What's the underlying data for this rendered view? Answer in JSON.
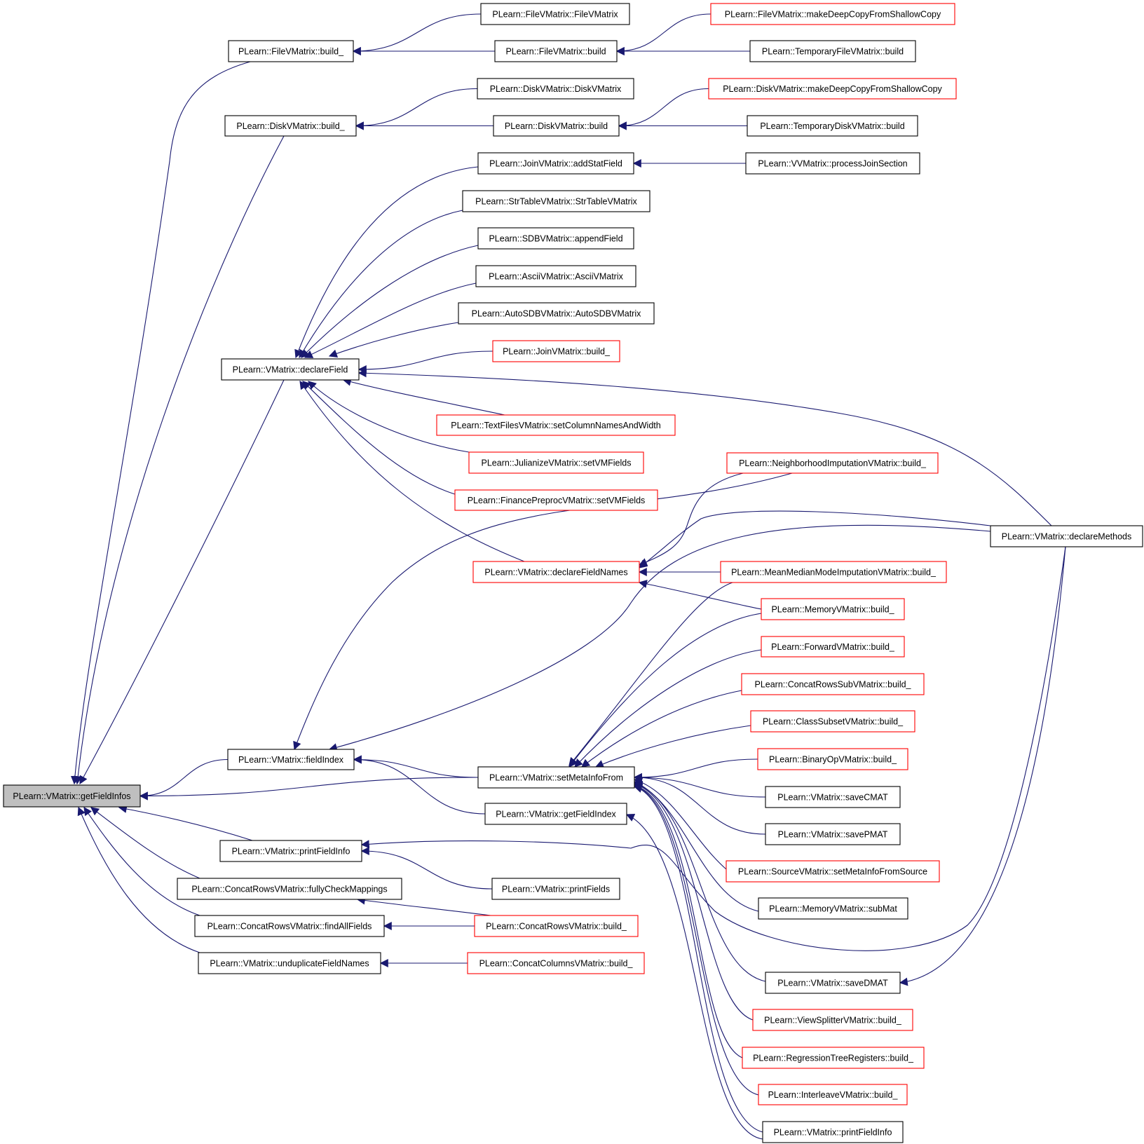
{
  "colors": {
    "edge": "#191970",
    "border_normal": "#000000",
    "border_red": "#ff0000",
    "focus_fill": "#bfbfbf",
    "fill": "#ffffff"
  },
  "nodes": [
    {
      "id": "getFieldInfos",
      "label": "PLearn::VMatrix::getFieldInfos",
      "style": "focus"
    },
    {
      "id": "file_build_",
      "label": "PLearn::FileVMatrix::build_",
      "style": "normal"
    },
    {
      "id": "file_ctor",
      "label": "PLearn::FileVMatrix::FileVMatrix",
      "style": "normal"
    },
    {
      "id": "file_build",
      "label": "PLearn::FileVMatrix::build",
      "style": "normal"
    },
    {
      "id": "file_deep",
      "label": "PLearn::FileVMatrix::makeDeepCopyFromShallowCopy",
      "style": "red"
    },
    {
      "id": "tmpfile_build",
      "label": "PLearn::TemporaryFileVMatrix::build",
      "style": "normal"
    },
    {
      "id": "disk_build_",
      "label": "PLearn::DiskVMatrix::build_",
      "style": "normal"
    },
    {
      "id": "disk_ctor",
      "label": "PLearn::DiskVMatrix::DiskVMatrix",
      "style": "normal"
    },
    {
      "id": "disk_build",
      "label": "PLearn::DiskVMatrix::build",
      "style": "normal"
    },
    {
      "id": "disk_deep",
      "label": "PLearn::DiskVMatrix::makeDeepCopyFromShallowCopy",
      "style": "red"
    },
    {
      "id": "tmpdisk_build",
      "label": "PLearn::TemporaryDiskVMatrix::build",
      "style": "normal"
    },
    {
      "id": "join_addstat",
      "label": "PLearn::JoinVMatrix::addStatField",
      "style": "normal"
    },
    {
      "id": "vv_processjoin",
      "label": "PLearn::VVMatrix::processJoinSection",
      "style": "normal"
    },
    {
      "id": "strtable_ctor",
      "label": "PLearn::StrTableVMatrix::StrTableVMatrix",
      "style": "normal"
    },
    {
      "id": "sdb_append",
      "label": "PLearn::SDBVMatrix::appendField",
      "style": "normal"
    },
    {
      "id": "ascii_ctor",
      "label": "PLearn::AsciiVMatrix::AsciiVMatrix",
      "style": "normal"
    },
    {
      "id": "autosdb_ctor",
      "label": "PLearn::AutoSDBVMatrix::AutoSDBVMatrix",
      "style": "normal"
    },
    {
      "id": "declareField",
      "label": "PLearn::VMatrix::declareField",
      "style": "normal"
    },
    {
      "id": "join_build_",
      "label": "PLearn::JoinVMatrix::build_",
      "style": "red"
    },
    {
      "id": "textfiles_setcol",
      "label": "PLearn::TextFilesVMatrix::setColumnNamesAndWidth",
      "style": "red"
    },
    {
      "id": "julianize_set",
      "label": "PLearn::JulianizeVMatrix::setVMFields",
      "style": "red"
    },
    {
      "id": "finance_set",
      "label": "PLearn::FinancePreprocVMatrix::setVMFields",
      "style": "red"
    },
    {
      "id": "neighbor_build_",
      "label": "PLearn::NeighborhoodImputationVMatrix::build_",
      "style": "red"
    },
    {
      "id": "declareMethods",
      "label": "PLearn::VMatrix::declareMethods",
      "style": "normal"
    },
    {
      "id": "declareFieldNames",
      "label": "PLearn::VMatrix::declareFieldNames",
      "style": "red"
    },
    {
      "id": "meanmedian_build_",
      "label": "PLearn::MeanMedianModeImputationVMatrix::build_",
      "style": "red"
    },
    {
      "id": "memory_build_",
      "label": "PLearn::MemoryVMatrix::build_",
      "style": "red"
    },
    {
      "id": "forward_build_",
      "label": "PLearn::ForwardVMatrix::build_",
      "style": "red"
    },
    {
      "id": "concatrowssub_build_",
      "label": "PLearn::ConcatRowsSubVMatrix::build_",
      "style": "red"
    },
    {
      "id": "classsubset_build_",
      "label": "PLearn::ClassSubsetVMatrix::build_",
      "style": "red"
    },
    {
      "id": "fieldIndex",
      "label": "PLearn::VMatrix::fieldIndex",
      "style": "normal"
    },
    {
      "id": "binaryop_build_",
      "label": "PLearn::BinaryOpVMatrix::build_",
      "style": "red"
    },
    {
      "id": "setMetaInfoFrom",
      "label": "PLearn::VMatrix::setMetaInfoFrom",
      "style": "normal"
    },
    {
      "id": "savecmat",
      "label": "PLearn::VMatrix::saveCMAT",
      "style": "normal"
    },
    {
      "id": "getFieldIndex",
      "label": "PLearn::VMatrix::getFieldIndex",
      "style": "normal"
    },
    {
      "id": "savepmat",
      "label": "PLearn::VMatrix::savePMAT",
      "style": "normal"
    },
    {
      "id": "printFieldInfo",
      "label": "PLearn::VMatrix::printFieldInfo",
      "style": "normal"
    },
    {
      "id": "source_setmeta",
      "label": "PLearn::SourceVMatrix::setMetaInfoFromSource",
      "style": "red"
    },
    {
      "id": "fullyCheck",
      "label": "PLearn::ConcatRowsVMatrix::fullyCheckMappings",
      "style": "normal"
    },
    {
      "id": "printFields",
      "label": "PLearn::VMatrix::printFields",
      "style": "normal"
    },
    {
      "id": "memory_submat",
      "label": "PLearn::MemoryVMatrix::subMat",
      "style": "normal"
    },
    {
      "id": "findAllFields",
      "label": "PLearn::ConcatRowsVMatrix::findAllFields",
      "style": "normal"
    },
    {
      "id": "concatrows_build_",
      "label": "PLearn::ConcatRowsVMatrix::build_",
      "style": "red"
    },
    {
      "id": "unduplicate",
      "label": "PLearn::VMatrix::unduplicateFieldNames",
      "style": "normal"
    },
    {
      "id": "concatcols_build_",
      "label": "PLearn::ConcatColumnsVMatrix::build_",
      "style": "red"
    },
    {
      "id": "savedmat",
      "label": "PLearn::VMatrix::saveDMAT",
      "style": "normal"
    },
    {
      "id": "viewsplitter_build_",
      "label": "PLearn::ViewSplitterVMatrix::build_",
      "style": "red"
    },
    {
      "id": "regtree_build_",
      "label": "PLearn::RegressionTreeRegisters::build_",
      "style": "red"
    },
    {
      "id": "interleave_build_",
      "label": "PLearn::InterleaveVMatrix::build_",
      "style": "red"
    },
    {
      "id": "printFieldInfo2",
      "label": "PLearn::VMatrix::printFieldInfo",
      "style": "normal"
    }
  ],
  "edges": [
    [
      "file_build_",
      "getFieldInfos"
    ],
    [
      "file_ctor",
      "file_build_"
    ],
    [
      "file_build",
      "file_build_"
    ],
    [
      "file_deep",
      "file_build"
    ],
    [
      "tmpfile_build",
      "file_build"
    ],
    [
      "disk_build_",
      "getFieldInfos"
    ],
    [
      "disk_ctor",
      "disk_build_"
    ],
    [
      "disk_build",
      "disk_build_"
    ],
    [
      "disk_deep",
      "disk_build"
    ],
    [
      "tmpdisk_build",
      "disk_build"
    ],
    [
      "vv_processjoin",
      "join_addstat"
    ],
    [
      "declareField",
      "getFieldInfos"
    ],
    [
      "join_addstat",
      "declareField"
    ],
    [
      "strtable_ctor",
      "declareField"
    ],
    [
      "sdb_append",
      "declareField"
    ],
    [
      "ascii_ctor",
      "declareField"
    ],
    [
      "autosdb_ctor",
      "declareField"
    ],
    [
      "join_build_",
      "declareField"
    ],
    [
      "declareMethods",
      "declareField"
    ],
    [
      "textfiles_setcol",
      "declareField"
    ],
    [
      "julianize_set",
      "declareField"
    ],
    [
      "finance_set",
      "declareField"
    ],
    [
      "declareFieldNames",
      "declareField"
    ],
    [
      "neighbor_build_",
      "declareFieldNames"
    ],
    [
      "declareMethods",
      "declareFieldNames"
    ],
    [
      "meanmedian_build_",
      "declareFieldNames"
    ],
    [
      "memory_build_",
      "declareFieldNames"
    ],
    [
      "fieldIndex",
      "getFieldInfos"
    ],
    [
      "neighbor_build_",
      "fieldIndex"
    ],
    [
      "declareMethods",
      "fieldIndex"
    ],
    [
      "setMetaInfoFrom",
      "fieldIndex"
    ],
    [
      "getFieldIndex",
      "fieldIndex"
    ],
    [
      "setMetaInfoFrom",
      "getFieldInfos"
    ],
    [
      "meanmedian_build_",
      "setMetaInfoFrom"
    ],
    [
      "memory_build_",
      "setMetaInfoFrom"
    ],
    [
      "forward_build_",
      "setMetaInfoFrom"
    ],
    [
      "concatrowssub_build_",
      "setMetaInfoFrom"
    ],
    [
      "classsubset_build_",
      "setMetaInfoFrom"
    ],
    [
      "binaryop_build_",
      "setMetaInfoFrom"
    ],
    [
      "savecmat",
      "setMetaInfoFrom"
    ],
    [
      "savepmat",
      "setMetaInfoFrom"
    ],
    [
      "source_setmeta",
      "setMetaInfoFrom"
    ],
    [
      "memory_submat",
      "setMetaInfoFrom"
    ],
    [
      "savedmat",
      "setMetaInfoFrom"
    ],
    [
      "viewsplitter_build_",
      "setMetaInfoFrom"
    ],
    [
      "regtree_build_",
      "setMetaInfoFrom"
    ],
    [
      "interleave_build_",
      "setMetaInfoFrom"
    ],
    [
      "printFieldInfo2",
      "setMetaInfoFrom"
    ],
    [
      "printFieldInfo2",
      "getFieldIndex"
    ],
    [
      "declareMethods",
      "savedmat"
    ],
    [
      "printFieldInfo",
      "getFieldInfos"
    ],
    [
      "printFields",
      "printFieldInfo"
    ],
    [
      "declareMethods",
      "printFieldInfo"
    ],
    [
      "fullyCheck",
      "getFieldInfos"
    ],
    [
      "concatrows_build_",
      "fullyCheck"
    ],
    [
      "findAllFields",
      "getFieldInfos"
    ],
    [
      "concatrows_build_",
      "findAllFields"
    ],
    [
      "unduplicate",
      "getFieldInfos"
    ],
    [
      "concatcols_build_",
      "unduplicate"
    ]
  ]
}
